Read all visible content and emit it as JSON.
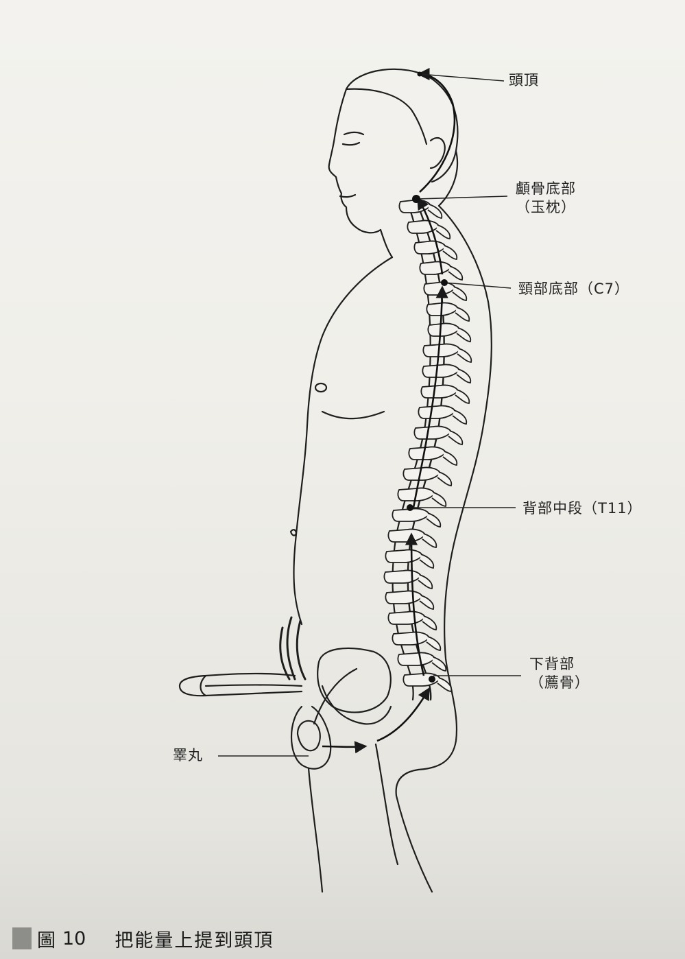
{
  "labels": {
    "crown": "頭頂",
    "occiput_line1": "顱骨底部",
    "occiput_line2": "（玉枕）",
    "c7": "頸部底部（C7）",
    "t11": "背部中段（T11）",
    "sacrum_line1": "下背部",
    "sacrum_line2": "（薦骨）",
    "testicle": "睪丸"
  },
  "caption": {
    "fig_label": "圖",
    "fig_number": "10",
    "title": "把能量上提到頭頂"
  }
}
